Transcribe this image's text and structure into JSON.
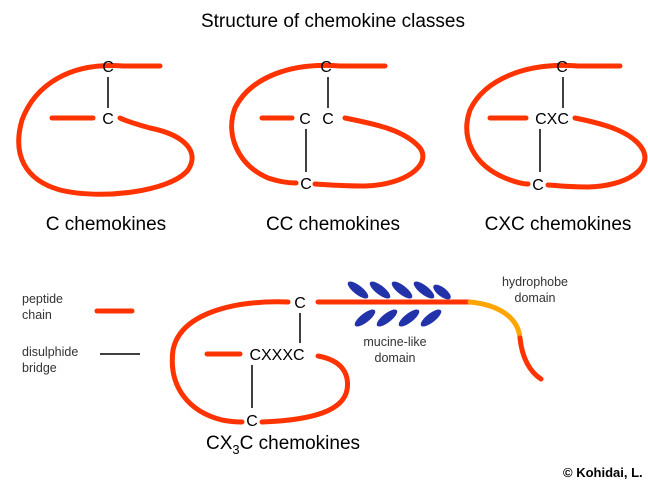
{
  "title": "Structure of chemokine classes",
  "classes": {
    "c": {
      "name": "C chemokines",
      "residue_top": "C",
      "residue_mid": "C"
    },
    "cc": {
      "name": "CC chemokines",
      "residue_top": "C",
      "residue_mid_1": "C",
      "residue_mid_2": "C",
      "residue_bottom": "C"
    },
    "cxc": {
      "name": "CXC chemokines",
      "residue_top": "C",
      "motif": "CXC",
      "residue_bottom": "C"
    },
    "cx3c": {
      "name_prefix": "CX",
      "name_subscript": "3",
      "name_suffix": "C chemokines",
      "residue_top": "C",
      "motif": "CXXXC",
      "residue_bottom": "C"
    }
  },
  "legend": {
    "peptide_label_1": "peptide",
    "peptide_label_2": "chain",
    "disulphide_label_1": "disulphide",
    "disulphide_label_2": "bridge"
  },
  "domains": {
    "mucine_1": "mucine-like",
    "mucine_2": "domain",
    "hydrophobe_1": "hydrophobe",
    "hydrophobe_2": "domain"
  },
  "credit": "© Kohidai, L.",
  "colors": {
    "peptide_chain": "#ff3300",
    "mucin_glycan": "#2233aa",
    "hydrophobe_domain": "#ffa500",
    "disulphide_bridge": "#000000"
  }
}
